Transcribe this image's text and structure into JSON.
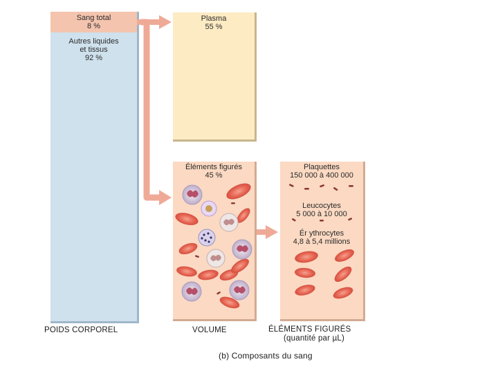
{
  "body_weight": {
    "blood_label": "Sang total",
    "blood_value": "8 %",
    "other_label_line1": "Autres liquides",
    "other_label_line2": "et tissus",
    "other_value": "92 %",
    "column_caption": "POIDS CORPOREL"
  },
  "volume": {
    "plasma_label": "Plasma",
    "plasma_value": "55 %",
    "formed_label": "Éléments figurés",
    "formed_value": "45  %",
    "column_caption": "VOLUME"
  },
  "formed_elements": {
    "platelets_label": "Plaquettes",
    "platelets_value": "150 000 à 400  000",
    "leukocytes_label": "Leucocytes",
    "leukocytes_value": "5  000 à 10   000",
    "erythrocytes_label": "Ér ythrocytes",
    "erythrocytes_value": "4,8  à 5,4 millions",
    "column_caption_line1": "ÉLÉMENTS FIGURÉS",
    "column_caption_line2": "(quantité par  µL)"
  },
  "figure_caption": "(b) Composants du sang",
  "colors": {
    "blood_pink": "#f4c4ae",
    "tissue_blue": "#cfe1ed",
    "plasma_yellow": "#fdebc3",
    "formed_beige": "#fbd9c2",
    "arrow_pink": "#efaa97",
    "rbc_red": "#e5574b"
  }
}
